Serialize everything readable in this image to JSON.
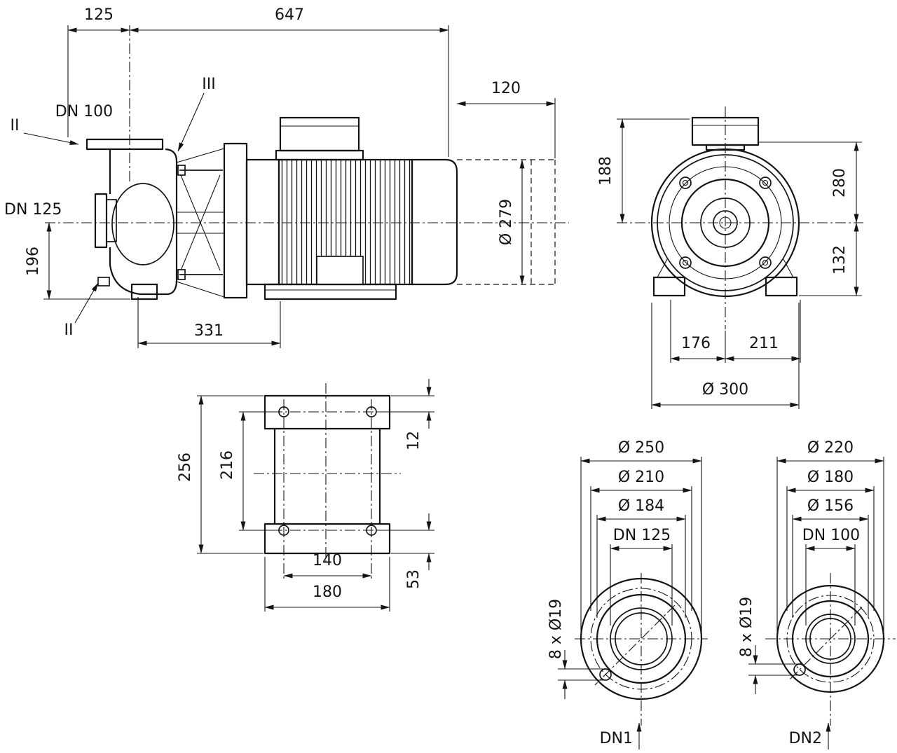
{
  "colors": {
    "ink": "#141414",
    "background": "#ffffff"
  },
  "views": {
    "side": {
      "dim_125": "125",
      "dim_647": "647",
      "dim_120": "120",
      "dim_dia279": "Ø 279",
      "dim_196": "196",
      "dim_331": "331",
      "port_top": "DN 100",
      "port_side": "DN 125",
      "marker_ii_top": "II",
      "marker_iii": "III",
      "marker_ii_bottom": "II"
    },
    "front": {
      "dim_188": "188",
      "dim_280": "280",
      "dim_132": "132",
      "dim_176": "176",
      "dim_211": "211",
      "dim_dia300": "Ø 300"
    },
    "base": {
      "dim_256": "256",
      "dim_216": "216",
      "dim_12": "12",
      "dim_53": "53",
      "dim_140": "140",
      "dim_180": "180"
    },
    "flange1": {
      "dim_outer": "Ø 250",
      "dim_bolt_circle": "Ø 210",
      "dim_face": "Ø 184",
      "dim_dn": "DN 125",
      "dim_holes": "8 x Ø19",
      "label": "DN1"
    },
    "flange2": {
      "dim_outer": "Ø 220",
      "dim_bolt_circle": "Ø 180",
      "dim_face": "Ø 156",
      "dim_dn": "DN 100",
      "dim_holes": "8 x Ø19",
      "label": "DN2"
    }
  }
}
